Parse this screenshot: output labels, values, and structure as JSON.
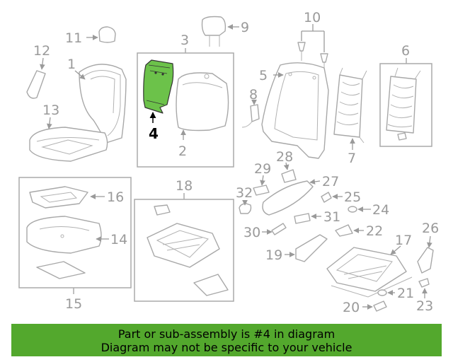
{
  "callouts": {
    "c1": "1",
    "c2": "2",
    "c3": "3",
    "c4": "4",
    "c5": "5",
    "c6": "6",
    "c7": "7",
    "c8": "8",
    "c9": "9",
    "c10": "10",
    "c11": "11",
    "c12": "12",
    "c13": "13",
    "c14": "14",
    "c15": "15",
    "c16": "16",
    "c17": "17",
    "c18": "18",
    "c19": "19",
    "c20": "20",
    "c21": "21",
    "c22": "22",
    "c23": "23",
    "c24": "24",
    "c25": "25",
    "c26": "26",
    "c27": "27",
    "c28": "28",
    "c29": "29",
    "c30": "30",
    "c31": "31",
    "c32": "32"
  },
  "highlight": {
    "part_number": "4",
    "color": "#6cc24a"
  },
  "banner": {
    "line1": "Part or sub-assembly is #4 in diagram",
    "line2": "Diagram may not be specific to your vehicle",
    "background": "#53a82d"
  }
}
